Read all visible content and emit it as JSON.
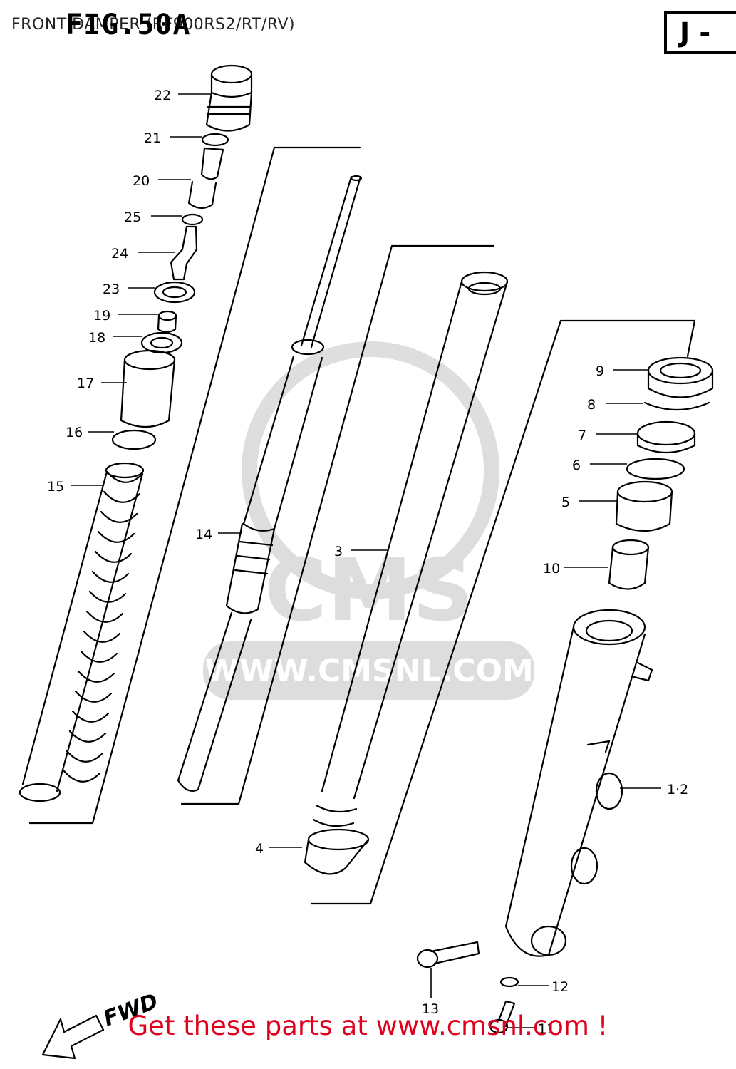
{
  "header": {
    "title": "FRONT DAMPER (RF900RS2/RT/RV)",
    "figure_label": "FIG.50A",
    "section_tag": "J -"
  },
  "watermark": {
    "text": "WWW.CMSNL.COM",
    "logo_text": "CMS"
  },
  "direction_label": "FWD",
  "parts": [
    {
      "id": "22",
      "label": "22"
    },
    {
      "id": "21",
      "label": "21"
    },
    {
      "id": "20",
      "label": "20"
    },
    {
      "id": "25",
      "label": "25"
    },
    {
      "id": "24",
      "label": "24"
    },
    {
      "id": "23",
      "label": "23"
    },
    {
      "id": "19",
      "label": "19"
    },
    {
      "id": "18",
      "label": "18"
    },
    {
      "id": "17",
      "label": "17"
    },
    {
      "id": "16",
      "label": "16"
    },
    {
      "id": "15",
      "label": "15"
    },
    {
      "id": "14",
      "label": "14"
    },
    {
      "id": "3",
      "label": "3"
    },
    {
      "id": "9",
      "label": "9"
    },
    {
      "id": "8",
      "label": "8"
    },
    {
      "id": "7",
      "label": "7"
    },
    {
      "id": "6",
      "label": "6"
    },
    {
      "id": "5",
      "label": "5"
    },
    {
      "id": "10",
      "label": "10"
    },
    {
      "id": "1-2",
      "label": "1·2"
    },
    {
      "id": "4",
      "label": "4"
    },
    {
      "id": "12",
      "label": "12"
    },
    {
      "id": "13",
      "label": "13"
    },
    {
      "id": "11",
      "label": "11"
    }
  ],
  "promo": {
    "text": "Get these parts at www.cmsnl.com !",
    "color": "#e0001b"
  }
}
